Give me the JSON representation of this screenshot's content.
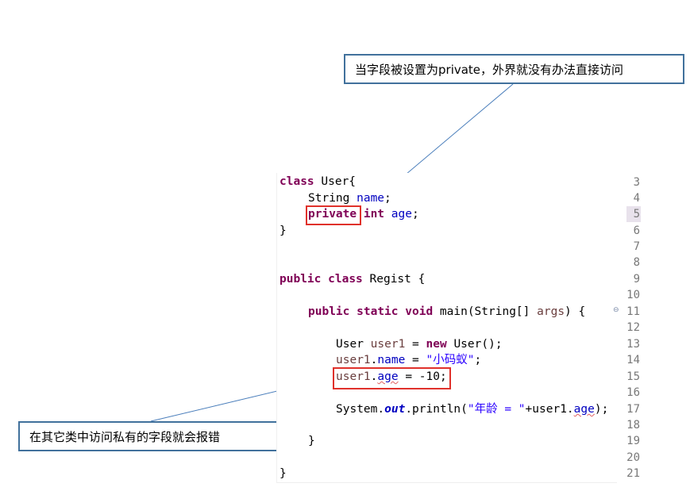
{
  "callouts": {
    "top": "当字段被设置为private，外界就没有办法直接访问",
    "bottom": "在其它类中访问私有的字段就会报错"
  },
  "code": {
    "l3_kw": "class",
    "l3_rest": " User{",
    "l4_type": "String ",
    "l4_field": "name",
    "l4_semi": ";",
    "l5_kw1": "private",
    "l5_sp": " ",
    "l5_kw2": "int",
    "l5_sp2": " ",
    "l5_field": "age",
    "l5_semi": ";",
    "l6": "}",
    "l9_kw1": "public",
    "l9_sp1": " ",
    "l9_kw2": "class",
    "l9_rest": " Regist {",
    "l11_kw1": "public",
    "l11_sp1": " ",
    "l11_kw2": "static",
    "l11_sp2": " ",
    "l11_kw3": "void",
    "l11_mid": " main(String[] ",
    "l11_var": "args",
    "l11_end": ") {",
    "l13_type": "User ",
    "l13_var": "user1",
    "l13_eq": " = ",
    "l13_kw": "new",
    "l13_end": " User();",
    "l14_var": "user1",
    "l14_dot": ".",
    "l14_field": "name",
    "l14_eq": " = ",
    "l14_str": "\"小码蚁\"",
    "l14_semi": ";",
    "l15_var": "user1",
    "l15_dot": ".",
    "l15_field": "age",
    "l15_end": " = -10;",
    "l17_sys": "System.",
    "l17_out": "out",
    "l17_mid": ".println(",
    "l17_str": "\"年龄 = \"",
    "l17_plus": "+user1.",
    "l17_field": "age",
    "l17_end": ");",
    "l19": "}",
    "l21": "}"
  },
  "line_numbers": [
    "3",
    "4",
    "5",
    "6",
    "7",
    "8",
    "9",
    "10",
    "11",
    "12",
    "13",
    "14",
    "15",
    "16",
    "17",
    "18",
    "19",
    "20",
    "21"
  ],
  "fold_marker": "⊖",
  "colors": {
    "keyword": "#7f0055",
    "field": "#0000c0",
    "local_var": "#6a3e3e",
    "string": "#2a00ff",
    "highlight_box": "#e0312b",
    "callout_border": "#41719c",
    "arrow": "#4a7ebb"
  }
}
